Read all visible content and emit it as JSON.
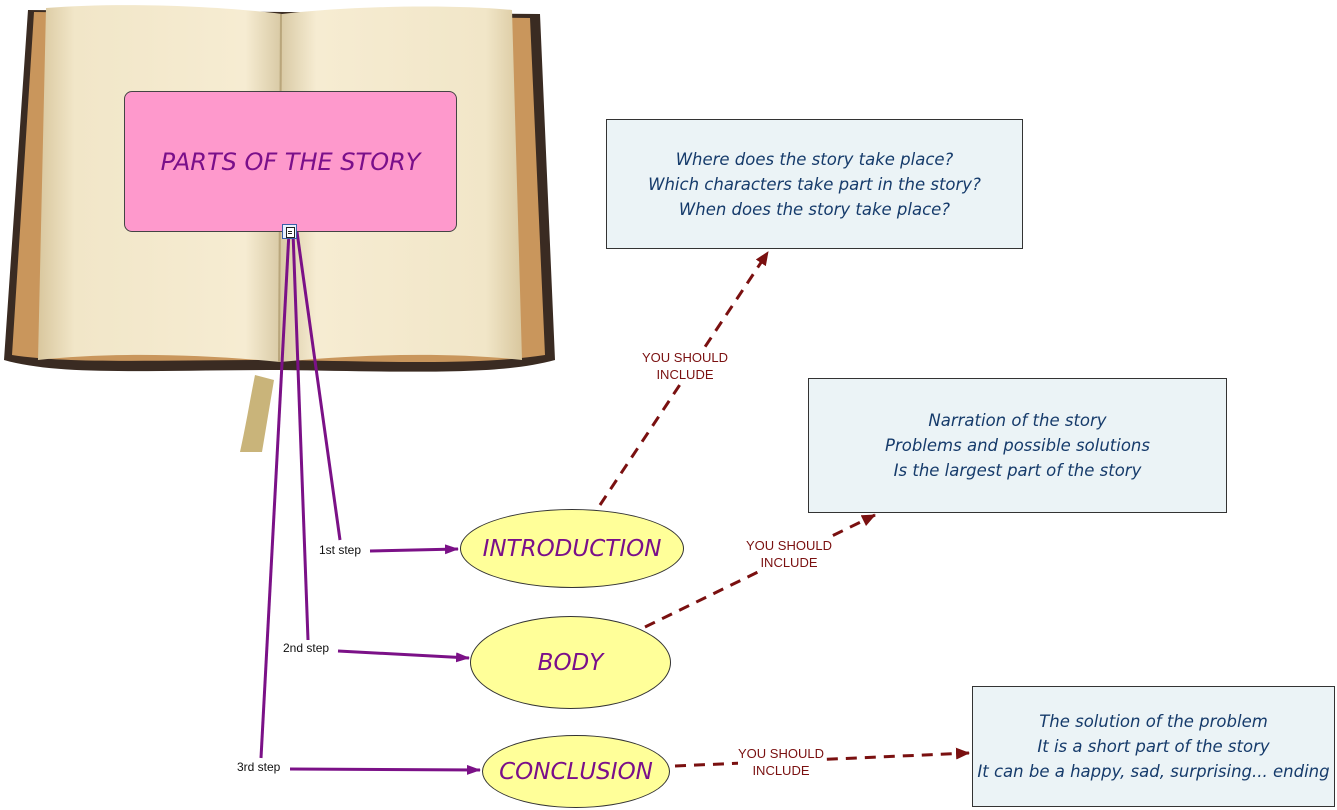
{
  "root": {
    "title": "PARTS OF THE STORY",
    "icon": "document-icon"
  },
  "nodes": [
    {
      "label": "INTRODUCTION"
    },
    {
      "label": "BODY"
    },
    {
      "label": "CONCLUSION"
    }
  ],
  "steps": [
    "1st step",
    "2nd step",
    "3rd step"
  ],
  "link_label": {
    "line1": "YOU SHOULD",
    "line2": "INCLUDE"
  },
  "details": [
    {
      "lines": [
        "Where does the story take place?",
        "Which characters take part in the story?",
        "When does the story take place?"
      ]
    },
    {
      "lines": [
        "Narration of the story",
        "Problems and possible solutions",
        "Is the largest part of the story"
      ]
    },
    {
      "lines": [
        "The solution of the problem",
        "It is a short part of the story",
        "It can be a happy, sad, surprising... ending"
      ]
    }
  ],
  "colors": {
    "root_fill": "#fe99cc",
    "root_text": "#7a0f8a",
    "node_fill": "#ffff99",
    "detail_fill": "#ebf3f6",
    "detail_text": "#163b6b",
    "step_arrow": "#7b1187",
    "include_arrow": "#7a1010"
  }
}
